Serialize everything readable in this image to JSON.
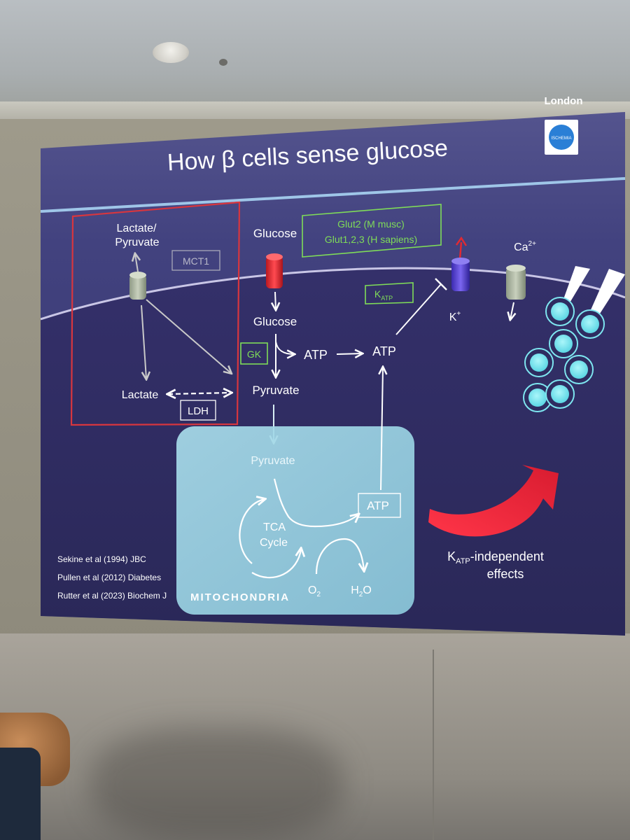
{
  "slide": {
    "title": "How β cells sense glucose",
    "logo_caption": "London",
    "logo_text": "ISCHEMIA"
  },
  "lactate_box": {
    "lactate_pyruvate_line1": "Lactate/",
    "lactate_pyruvate_line2": "Pyruvate",
    "mct1": "MCT1",
    "lactate": "Lactate",
    "ldh": "LDH"
  },
  "pathway": {
    "glucose_top": "Glucose",
    "glucose_inner": "Glucose",
    "gk": "GK",
    "atp_1": "ATP",
    "atp_2": "ATP",
    "pyruvate": "Pyruvate",
    "glut_line1": "Glut2 (M musc)",
    "glut_line2": "Glut1,2,3 (H sapiens)",
    "katp_k": "K",
    "katp_sub": "ATP",
    "k_plus": "K",
    "k_plus_sup": "+",
    "ca": "Ca",
    "ca_sup": "2+"
  },
  "mitochondria": {
    "pyruvate": "Pyruvate",
    "tca_line1": "TCA",
    "tca_line2": "Cycle",
    "atp": "ATP",
    "o2": "O",
    "o2_sub": "2",
    "h2o_h": "H",
    "h2o_sub": "2",
    "h2o_o": "O",
    "label": "MITOCHONDRIA"
  },
  "effects": {
    "katp_k": "K",
    "katp_sub": "ATP",
    "line1_suffix": "-independent",
    "line2": "effects"
  },
  "references": [
    "Sekine et al (1994) JBC",
    "Pullen et al (2012) Diabetes",
    "Rutter et al (2023) Biochem J"
  ],
  "colors": {
    "slide_bg": "#3c3b78",
    "cell_bg": "#2d2b5c",
    "mito_bg": "#9fd6e6",
    "label_green": "#7fdc58",
    "box_red": "#d8363e",
    "glucose_channel": "#e02a33",
    "k_channel": "#5b43d6",
    "arrow_red": "#e22a3c",
    "granule": "#7ee6f0"
  }
}
